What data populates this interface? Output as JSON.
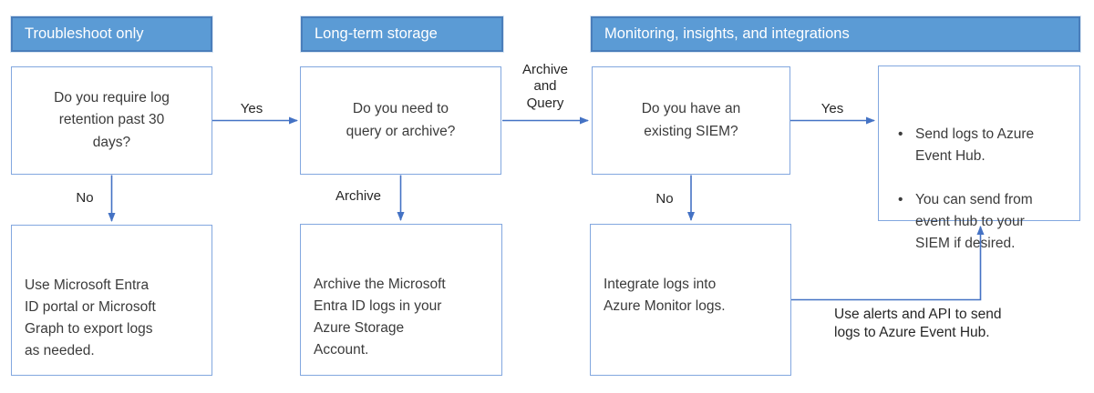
{
  "colors": {
    "header_fill": "#5b9bd5",
    "header_border": "#4a7ebb",
    "node_border": "#82a7df",
    "arrow": "#4472c4",
    "header_text": "#ffffff",
    "body_text": "#3b3b3b"
  },
  "headers": [
    {
      "label": "Troubleshoot only"
    },
    {
      "label": "Long-term storage"
    },
    {
      "label": "Monitoring, insights, and integrations"
    }
  ],
  "boxes": {
    "q_retention": "Do you require log\nretention past 30\ndays?",
    "q_query_archive": "Do you need to\nquery or archive?",
    "q_siem": "Do you have an\nexisting SIEM?",
    "use_portal": "Use Microsoft Entra\nID portal or Microsoft\nGraph to export logs\nas needed.",
    "archive_storage": "Archive the Microsoft\nEntra ID logs in your\nAzure Storage\nAccount.",
    "integrate_monitor": "Integrate logs into\nAzure Monitor logs.",
    "event_hub_bullets": [
      "Send logs to Azure\nEvent Hub.",
      "You can send from\nevent hub to your\nSIEM if desired."
    ]
  },
  "edge_labels": {
    "yes_1": "Yes",
    "no_1": "No",
    "archive_and_query": "Archive\nand\nQuery",
    "archive": "Archive",
    "yes_2": "Yes",
    "no_2": "No",
    "alerts_api": "Use alerts and API to send\nlogs to Azure Event Hub."
  }
}
